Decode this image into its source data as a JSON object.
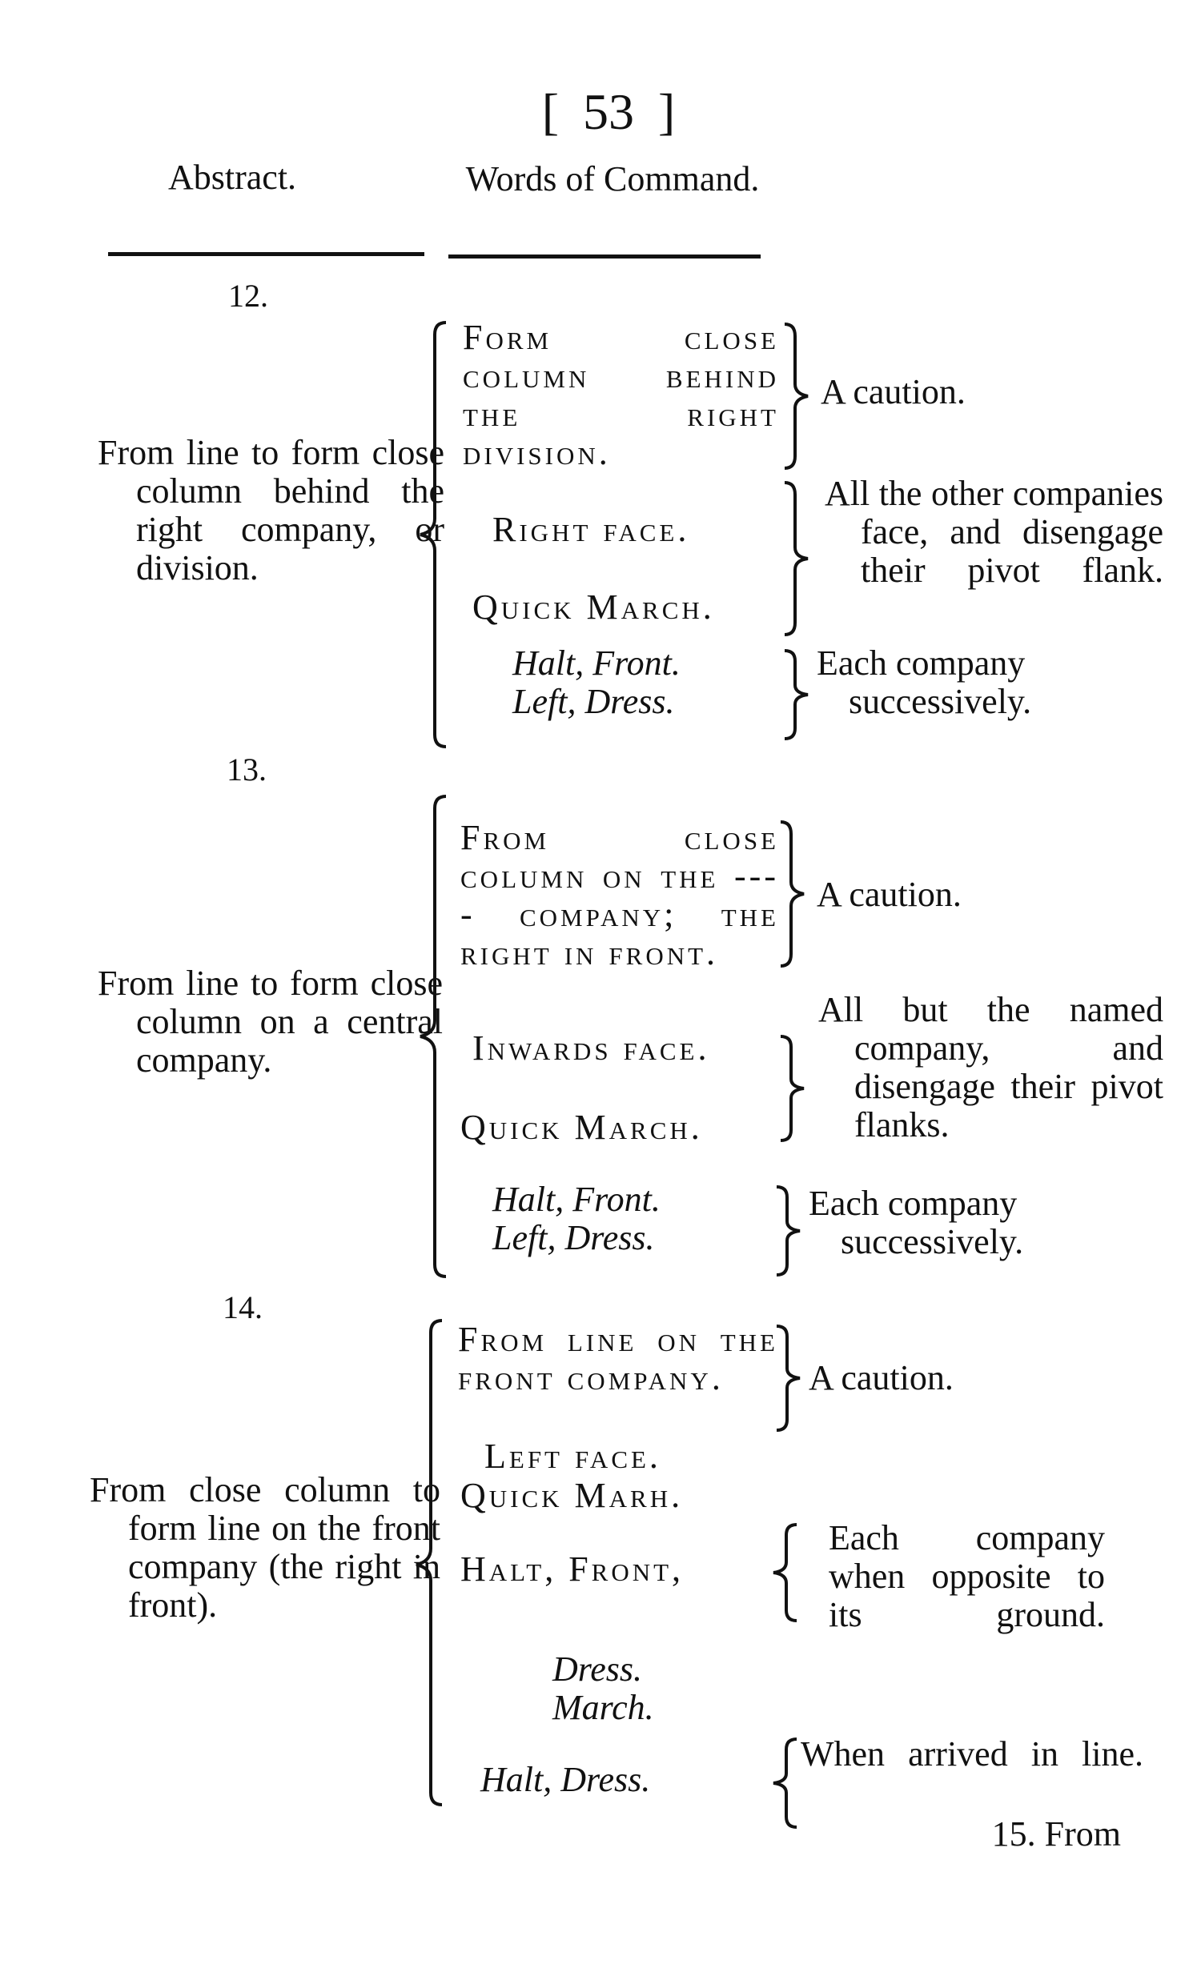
{
  "header": {
    "page_number": "[ 53 ]",
    "col_left": "Abstract.",
    "col_mid": "Words of Command."
  },
  "sections": [
    {
      "number": "12.",
      "abstract": "From line to form close column behind the right company, or division.",
      "commands": [
        {
          "text": "Form close column behind the right division.",
          "note": "A caution."
        },
        {
          "text": "Right face.",
          "note": ""
        },
        {
          "text": "Quick March.",
          "note": "All the other companies face, and disengage their pivot flank."
        },
        {
          "text": "Halt, Front.",
          "note": ""
        },
        {
          "text": "Left, Dress.",
          "note": "Each company successively."
        }
      ]
    },
    {
      "number": "13.",
      "abstract": "From line to form close column on a central company.",
      "commands": [
        {
          "text": "From close column on the ---- company; the right in front.",
          "note": "A caution."
        },
        {
          "text": "Inwards face.",
          "note": ""
        },
        {
          "text": "Quick March.",
          "note": "All but the named company, and disengage their pivot flanks."
        },
        {
          "text": "Halt, Front.",
          "note": ""
        },
        {
          "text": "Left, Dress.",
          "note": "Each company successively."
        }
      ]
    },
    {
      "number": "14.",
      "abstract": "From close column to form line on the front company (the right in front).",
      "commands": [
        {
          "text": "From line on the front company.",
          "note": "A caution."
        },
        {
          "text": "Left face.",
          "note": ""
        },
        {
          "text": "Quick Marh.",
          "note": ""
        },
        {
          "text": "Halt, Front,",
          "note": "Each company when opposite to its ground."
        },
        {
          "text": "Dress.",
          "note": ""
        },
        {
          "text": "March.",
          "note": ""
        },
        {
          "text": "Halt, Dress.",
          "note": "When arrived in line."
        }
      ]
    }
  ],
  "catchword": "15. From"
}
